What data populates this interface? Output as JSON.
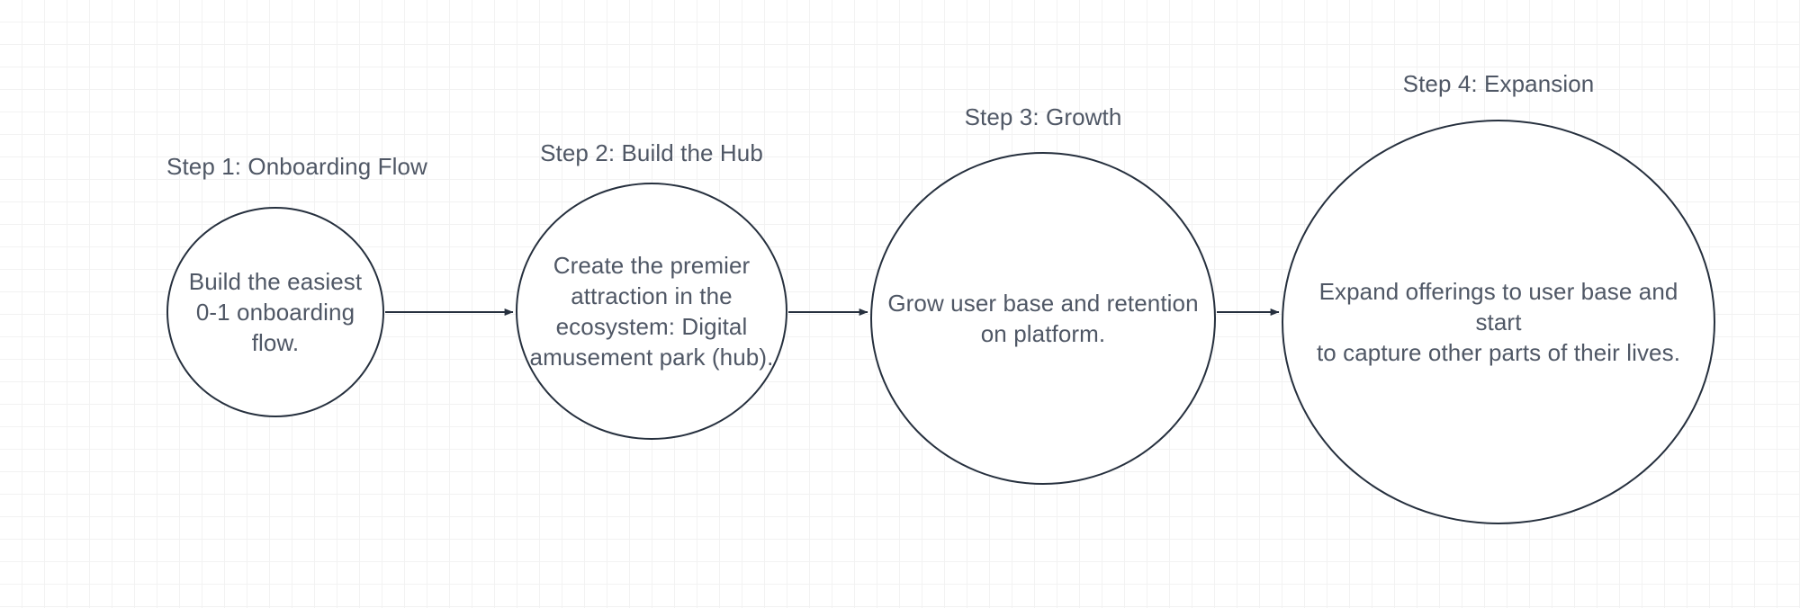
{
  "canvas": {
    "background_color": "#ffffff",
    "grid_minor_color": "#f2f2f2",
    "grid_major_color": "#e6e6e6",
    "node_stroke_color": "#26303e",
    "node_fill_color": "#ffffff",
    "text_color": "#4f5765",
    "edge_color": "#26303e"
  },
  "diagram": {
    "type": "flowchart",
    "direction": "left-to-right",
    "nodes": [
      {
        "id": "step-1",
        "label": "Step 1: Onboarding Flow",
        "text": "Build the easiest\n0-1 onboarding\nflow.",
        "shape": "circle"
      },
      {
        "id": "step-2",
        "label": "Step 2: Build the Hub",
        "text": "Create the premier\nattraction in the\necosystem: Digital\namusement park (hub).",
        "shape": "circle"
      },
      {
        "id": "step-3",
        "label": "Step 3: Growth",
        "text": "Grow user base and retention\non platform.",
        "shape": "circle"
      },
      {
        "id": "step-4",
        "label": "Step 4: Expansion",
        "text": "Expand offerings to user base and start\nto capture other parts of their lives.",
        "shape": "circle"
      }
    ],
    "edges": [
      {
        "id": "edge-1-2",
        "from": "step-1",
        "to": "step-2",
        "style": "solid",
        "arrowhead": "filled-triangle"
      },
      {
        "id": "edge-2-3",
        "from": "step-2",
        "to": "step-3",
        "style": "solid",
        "arrowhead": "filled-triangle"
      },
      {
        "id": "edge-3-4",
        "from": "step-3",
        "to": "step-4",
        "style": "solid",
        "arrowhead": "filled-triangle"
      }
    ]
  }
}
